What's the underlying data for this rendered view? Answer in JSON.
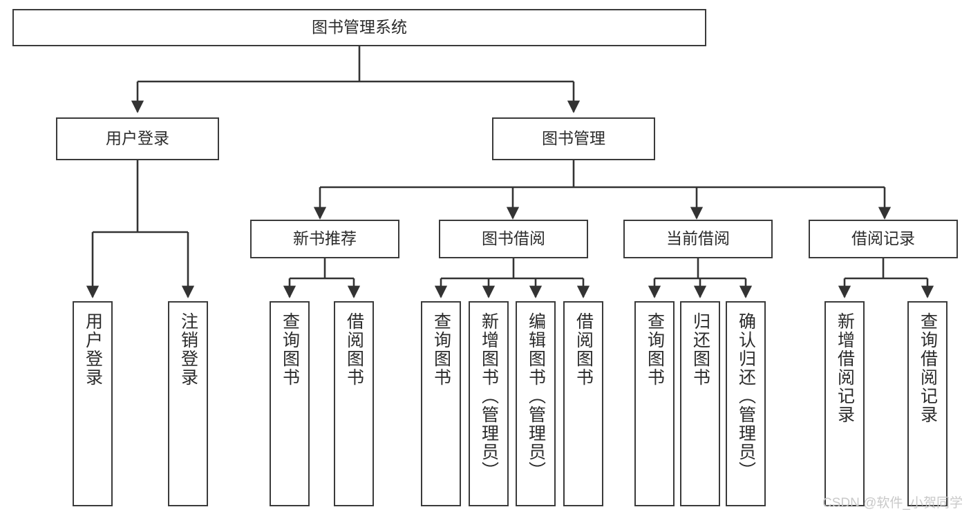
{
  "diagram": {
    "type": "tree",
    "title": "图书管理系统",
    "style": {
      "box_border": "#3a3a3a",
      "box_fill": "#ffffff",
      "connector": "#333333",
      "text": "#2b2b2b",
      "background": "#ffffff"
    },
    "root": {
      "label": "图书管理系统"
    },
    "level2": [
      {
        "label": "用户登录"
      },
      {
        "label": "图书管理"
      }
    ],
    "level3": [
      {
        "label": "新书推荐"
      },
      {
        "label": "图书借阅"
      },
      {
        "label": "当前借阅"
      },
      {
        "label": "借阅记录"
      }
    ],
    "leaves": {
      "user_login": [
        {
          "label": "用户登录"
        },
        {
          "label": "注销登录"
        }
      ],
      "new_book_recommend": [
        {
          "label": "查询图书"
        },
        {
          "label": "借阅图书"
        }
      ],
      "book_borrow": [
        {
          "label": "查询图书"
        },
        {
          "label": "新增图书（管理员）"
        },
        {
          "label": "编辑图书（管理员）"
        },
        {
          "label": "借阅图书"
        }
      ],
      "current_borrow": [
        {
          "label": "查询图书"
        },
        {
          "label": "归还图书"
        },
        {
          "label": "确认归还（管理员）"
        }
      ],
      "borrow_record": [
        {
          "label": "新增借阅记录"
        },
        {
          "label": "查询借阅记录"
        }
      ]
    }
  },
  "watermark": {
    "text": "CSDN @软件_小贺同学"
  }
}
